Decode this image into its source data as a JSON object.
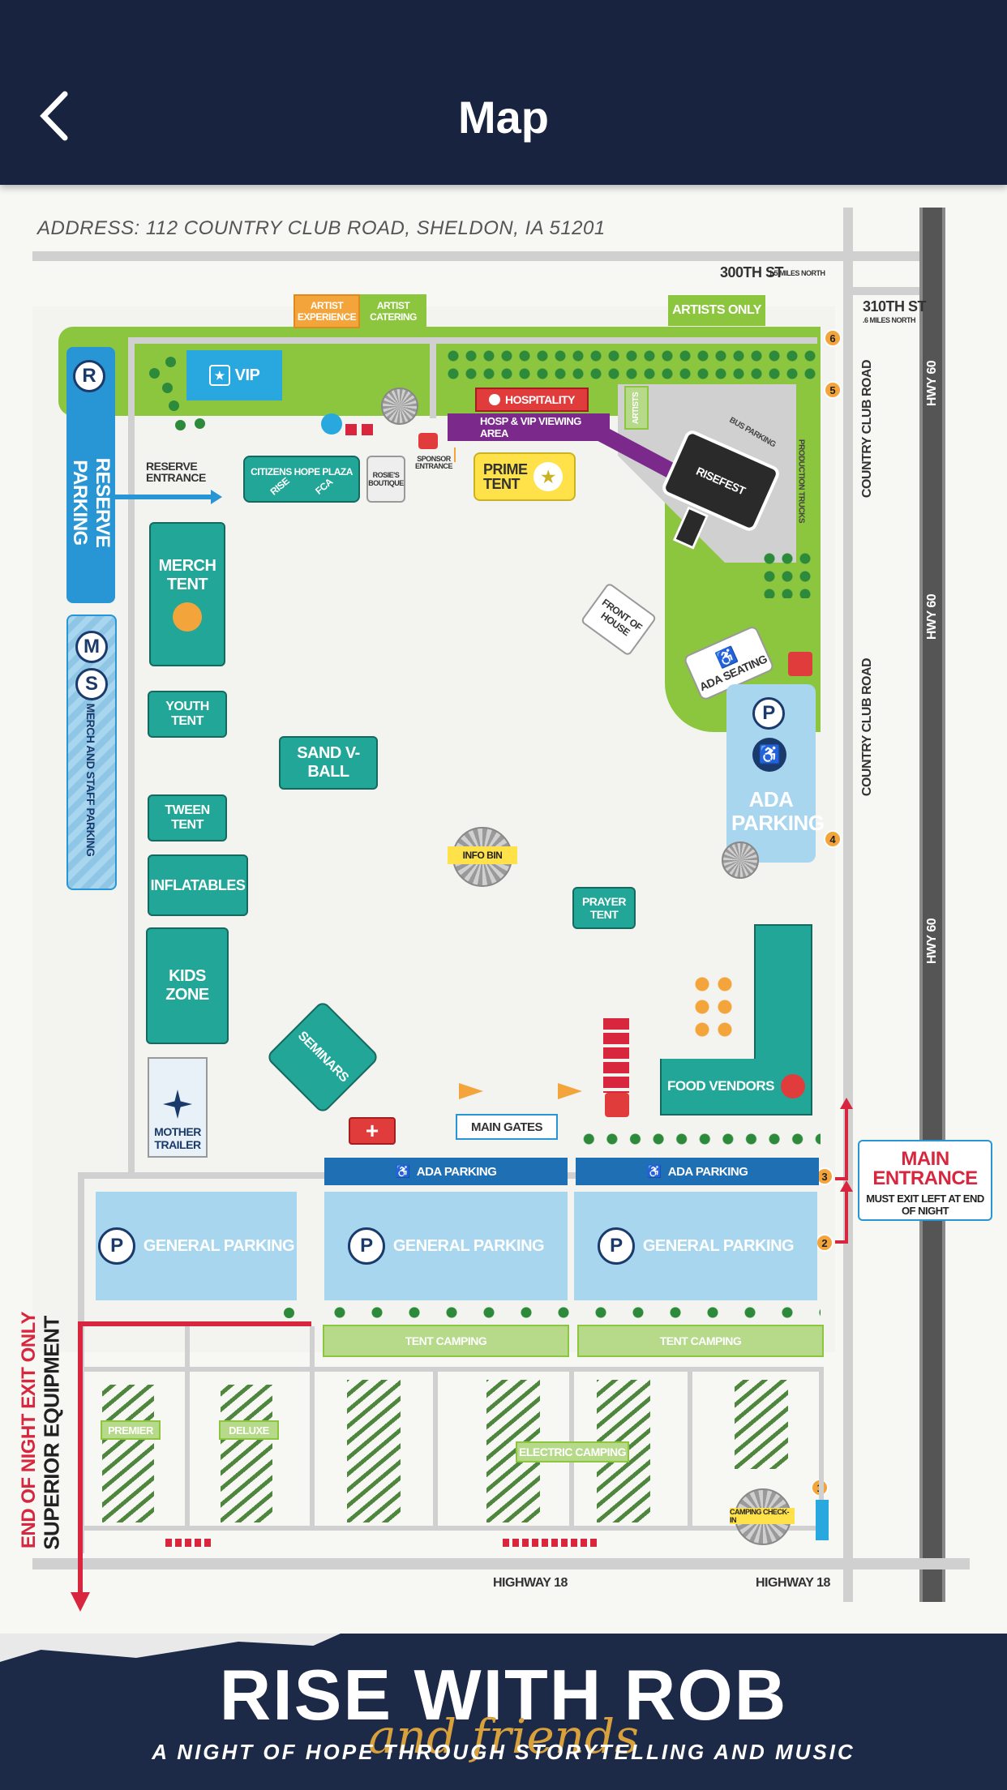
{
  "header": {
    "title": "Map",
    "back_icon": "chevron-left-icon"
  },
  "map": {
    "address": "ADDRESS: 112 COUNTRY CLUB ROAD, SHELDON, IA 51201",
    "roads": {
      "st300": "300TH ST",
      "st300_note": "1.5 MILES NORTH",
      "st310": "310TH ST",
      "st310_note": ".6 MILES NORTH",
      "country_club_1": "COUNTRY CLUB ROAD",
      "country_club_2": "COUNTRY CLUB ROAD",
      "hwy60_1": "HWY 60",
      "hwy60_2": "HWY 60",
      "hwy60_3": "HWY 60",
      "hwy18_1": "HIGHWAY 18",
      "hwy18_2": "HIGHWAY 18"
    },
    "labels": {
      "artist_experience": "ARTIST EXPERIENCE",
      "artist_catering": "ARTIST CATERING",
      "artists_only": "ARTISTS ONLY",
      "vip": "VIP",
      "hospitality": "HOSPITALITY",
      "hosp_vip": "HOSP & VIP VIEWING AREA",
      "artists": "ARTISTS",
      "bus_parking": "BUS PARKING",
      "production_trucks": "PRODUCTION TRUCKS",
      "stage": "RISEFEST",
      "reserve_parking": "RESERVE PARKING",
      "reserve_entrance": "RESERVE ENTRANCE",
      "citizens_plaza": "CITIZENS HOPE PLAZA",
      "rise": "RISE",
      "fca": "FCA",
      "rosies": "ROSIE'S BOUTIQUE",
      "sponsor_entrance": "SPONSOR ENTRANCE",
      "prime_tent": "PRIME TENT",
      "merch_tent": "MERCH TENT",
      "merch_staff_parking": "MERCH AND STAFF PARKING",
      "youth_tent": "YOUTH TENT",
      "sand_vball": "SAND V-BALL",
      "tween_tent": "TWEEN TENT",
      "inflatables": "INFLATABLES",
      "kids_zone": "KIDS ZONE",
      "seminars": "SEMINARS",
      "mother_trailer": "MOTHER TRAILER",
      "front_of_house": "FRONT OF HOUSE",
      "ada_seating": "ADA SEATING",
      "ada_parking_big": "ADA PARKING",
      "info_bin": "INFO BIN",
      "prayer_tent": "PRAYER TENT",
      "food_vendors": "FOOD VENDORS",
      "main_gates": "MAIN GATES",
      "ada_parking_1": "ADA PARKING",
      "ada_parking_2": "ADA PARKING",
      "general_parking_1": "GENERAL PARKING",
      "general_parking_2": "GENERAL PARKING",
      "general_parking_3": "GENERAL PARKING",
      "tent_camping_1": "TENT CAMPING",
      "tent_camping_2": "TENT CAMPING",
      "premier": "PREMIER",
      "deluxe": "DELUXE",
      "electric_camping": "ELECTRIC CAMPING",
      "camping_checkin": "CAMPING CHECK-IN",
      "main_entrance": "MAIN ENTRANCE",
      "main_entrance_note": "MUST EXIT LEFT AT END OF NIGHT",
      "end_of_night": "END OF NIGHT EXIT ONLY",
      "superior": "SUPERIOR EQUIPMENT",
      "r": "R",
      "m": "M",
      "s": "S",
      "p": "P"
    },
    "pins": [
      "1",
      "2",
      "3",
      "4",
      "5",
      "6"
    ]
  },
  "footer": {
    "title": "RISE WITH ROB",
    "script": "and friends",
    "tagline": "A NIGHT OF HOPE THROUGH STORYTELLING AND MUSIC"
  },
  "colors": {
    "navy": "#18243f",
    "teal": "#22a697",
    "green": "#8cc63f",
    "red": "#d7263d",
    "blue": "#1f6fb4",
    "light_blue": "#a8d6ef"
  }
}
